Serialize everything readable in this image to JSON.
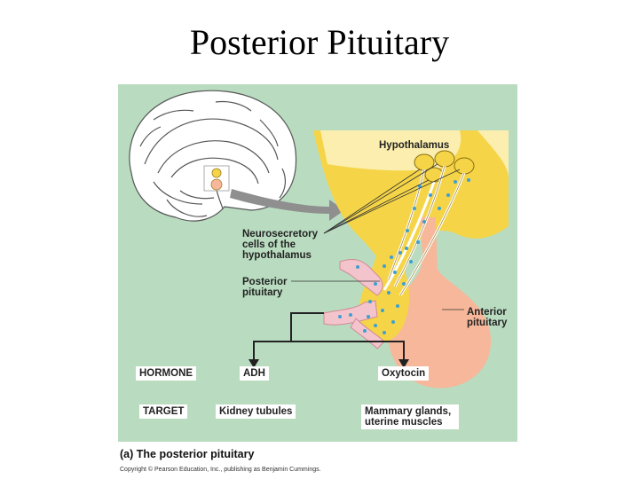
{
  "slide": {
    "title": "Posterior Pituitary"
  },
  "diagram": {
    "labels": {
      "hypothalamus": "Hypothalamus",
      "neurosecretory": [
        "Neurosecretory",
        "cells of the",
        "hypothalamus"
      ],
      "posterior_pituitary": [
        "Posterior",
        "pituitary"
      ],
      "anterior_pituitary": [
        "Anterior",
        "pituitary"
      ]
    },
    "table": {
      "hormone_label": "HORMONE",
      "target_label": "TARGET",
      "hormones": [
        "ADH",
        "Oxytocin"
      ],
      "targets": [
        "Kidney tubules",
        "Mammary glands, uterine muscles"
      ]
    },
    "caption": "(a) The posterior pituitary",
    "copyright": "Copyright © Pearson Education, Inc., publishing as Benjamin Cummings."
  },
  "colors": {
    "panel_bg": "#b9dcc0",
    "hypothalamus_yellow": "#f5d547",
    "hypothalamus_light": "#fbeeae",
    "anterior_pink": "#f7b79a",
    "vessel_pink": "#f4c4cc",
    "granule_blue": "#3e9fd0",
    "arrow_gray": "#8f8f8f"
  }
}
